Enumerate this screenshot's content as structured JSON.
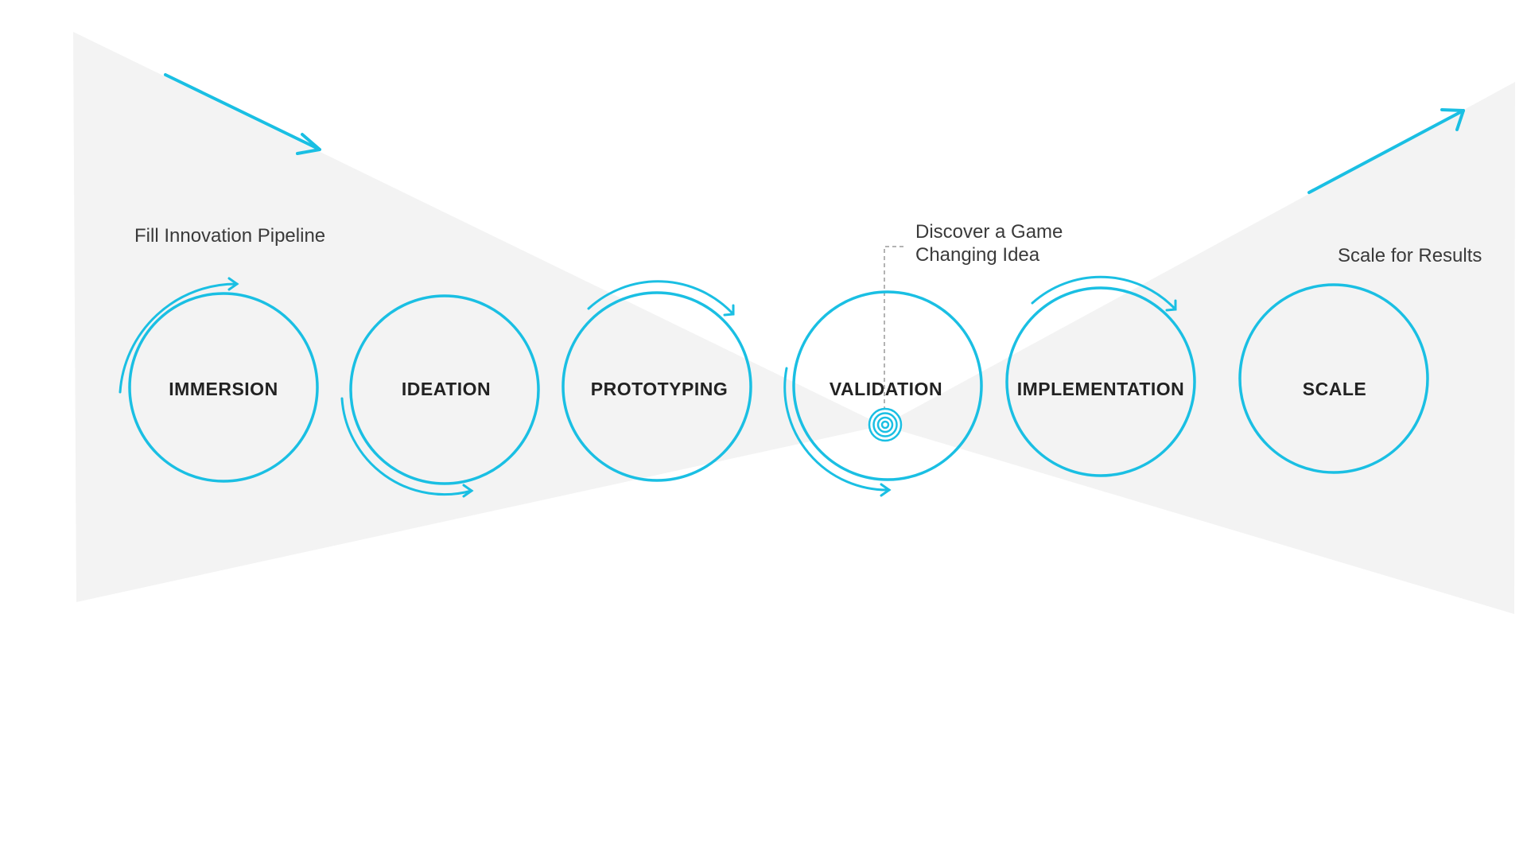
{
  "colors": {
    "accent": "#1ABFE3",
    "funnel": "#F3F3F3",
    "text": "#222222",
    "annotation_text": "#3A3A3A",
    "dashed_line": "#9A9A9A"
  },
  "annotations": {
    "pipeline": "Fill Innovation Pipeline",
    "discover_line1": "Discover a Game",
    "discover_line2": "Changing Idea",
    "scale": "Scale for Results"
  },
  "stages": [
    {
      "id": "immersion",
      "label": "IMMERSION"
    },
    {
      "id": "ideation",
      "label": "IDEATION"
    },
    {
      "id": "prototyping",
      "label": "PROTOTYPING"
    },
    {
      "id": "validation",
      "label": "VALIDATION"
    },
    {
      "id": "implementation",
      "label": "IMPLEMENTATION"
    },
    {
      "id": "scale",
      "label": "SCALE"
    }
  ],
  "icons": {
    "start_arrow": "arrow-down-right-icon",
    "end_arrow": "arrow-up-right-icon",
    "target": "target-icon"
  }
}
